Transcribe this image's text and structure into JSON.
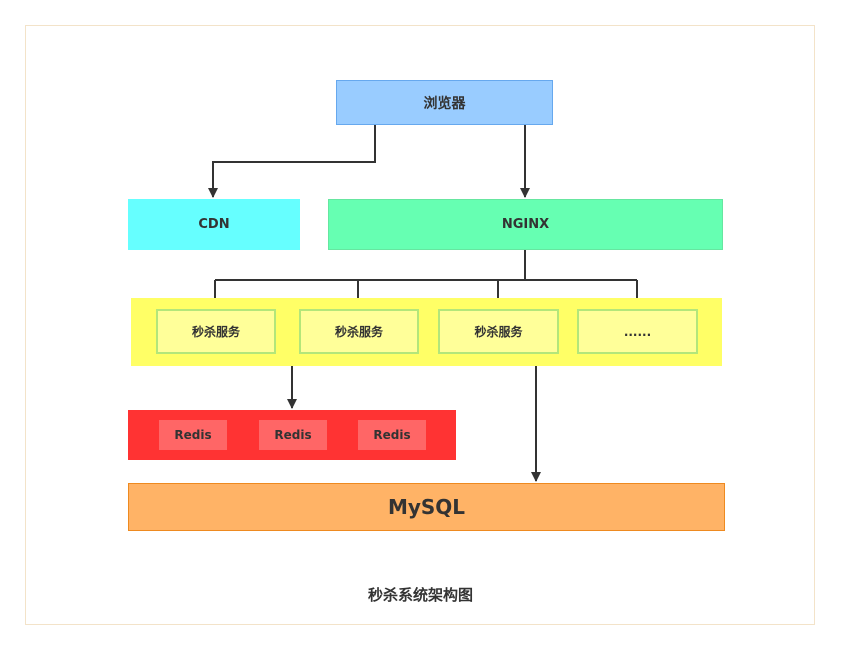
{
  "diagram": {
    "browser_label": "浏览器",
    "cdn_label": "CDN",
    "nginx_label": "NGINX",
    "services": [
      "秒杀服务",
      "秒杀服务",
      "秒杀服务",
      "......"
    ],
    "redis_nodes": [
      "Redis",
      "Redis",
      "Redis"
    ],
    "mysql_label": "MySQL",
    "caption": "秒杀系统架构图"
  },
  "colors": {
    "browser": "#99ccff",
    "cdn": "#66ffff",
    "nginx": "#66ffb2",
    "service_group": "#ffff66",
    "service": "#ffff99",
    "redis_group": "#ff3333",
    "redis": "#ff6666",
    "mysql": "#ffb366",
    "connector": "#333333"
  }
}
